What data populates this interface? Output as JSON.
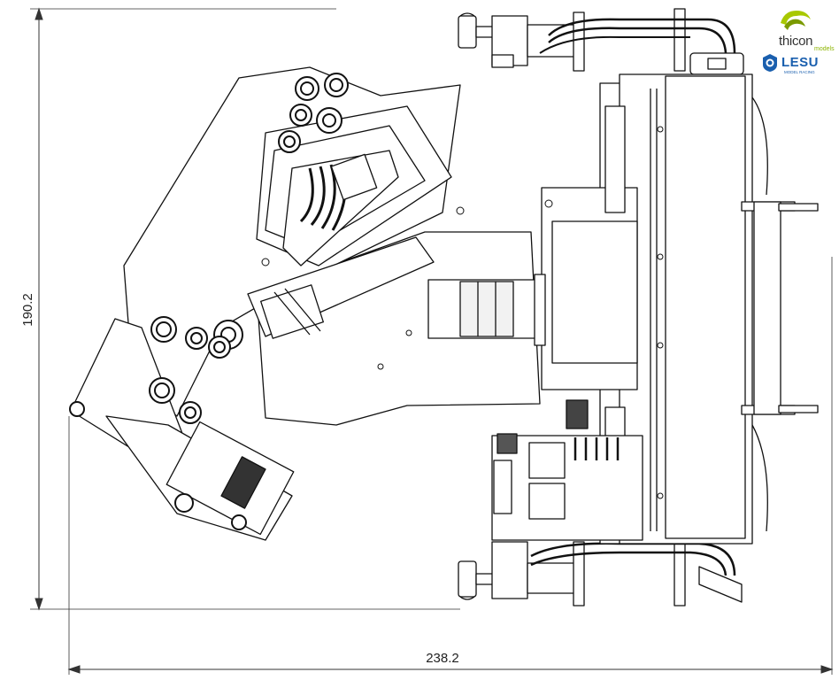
{
  "dimensions": {
    "height_label": "190.2",
    "width_label": "238.2"
  },
  "logos": {
    "brand_primary": "thicon",
    "brand_primary_sub": "models",
    "brand_secondary": "LESU",
    "brand_secondary_sub": "MODEL RACING",
    "colors": {
      "thicon_green": "#8cb400",
      "lesu_blue": "#1a5fae"
    }
  }
}
